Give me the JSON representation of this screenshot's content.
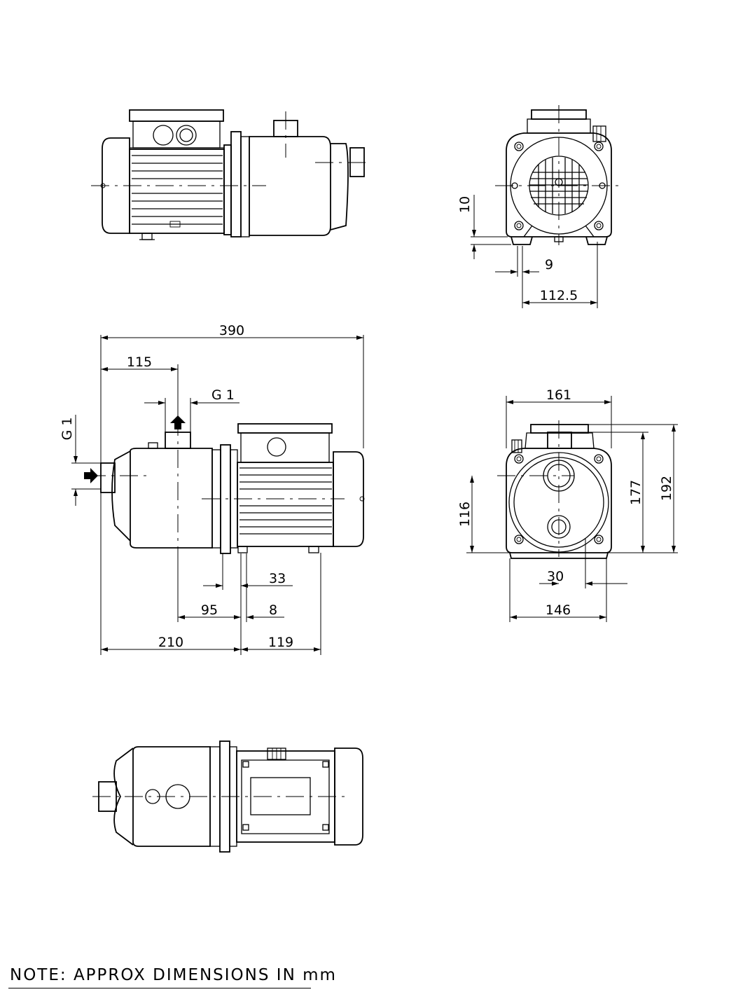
{
  "dimensions": {
    "d10": "10",
    "d9": "9",
    "d112_5": "112.5",
    "d390": "390",
    "d115": "115",
    "dG1_top": "G 1",
    "dG1_side": "G 1",
    "d33": "33",
    "d95": "95",
    "d8": "8",
    "d210": "210",
    "d119": "119",
    "d161": "161",
    "d177": "177",
    "d192": "192",
    "d116": "116",
    "d30": "30",
    "d146": "146"
  },
  "note": "NOTE: APPROX DIMENSIONS IN mm"
}
